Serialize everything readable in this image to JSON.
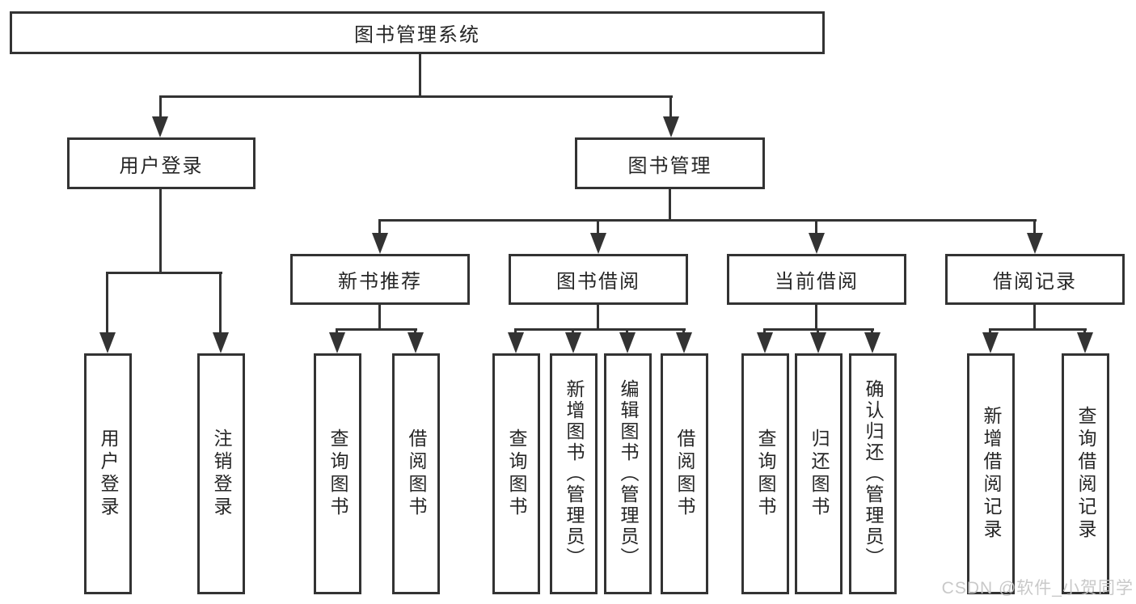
{
  "diagram": {
    "type": "tree-hierarchy",
    "root": {
      "label": "图书管理系统"
    },
    "branches": [
      {
        "label": "用户登录",
        "children": [
          {
            "label": "用户登录"
          },
          {
            "label": "注销登录"
          }
        ]
      },
      {
        "label": "图书管理",
        "children": [
          {
            "label": "新书推荐",
            "children": [
              {
                "label": "查询图书"
              },
              {
                "label": "借阅图书"
              }
            ]
          },
          {
            "label": "图书借阅",
            "children": [
              {
                "label": "查询图书"
              },
              {
                "label": "新增图书（管理员）"
              },
              {
                "label": "编辑图书（管理员）"
              },
              {
                "label": "借阅图书"
              }
            ]
          },
          {
            "label": "当前借阅",
            "children": [
              {
                "label": "查询图书"
              },
              {
                "label": "归还图书"
              },
              {
                "label": "确认归还（管理员）"
              }
            ]
          },
          {
            "label": "借阅记录",
            "children": [
              {
                "label": "新增借阅记录"
              },
              {
                "label": "查询借阅记录"
              }
            ]
          }
        ]
      }
    ]
  },
  "watermark": {
    "text": "CSDN @软件_小贺同学"
  },
  "colors": {
    "line": "#333333",
    "text": "#262626",
    "background": "#ffffff",
    "watermark": "#c6c6c6"
  }
}
